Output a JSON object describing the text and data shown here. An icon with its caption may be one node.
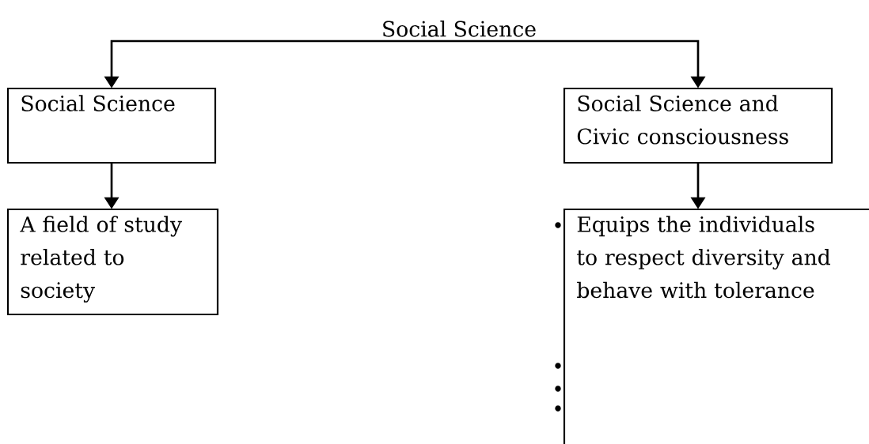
{
  "diagram": {
    "nodes": [
      {
        "text": [
          "Social Science"
        ]
      },
      {
        "text": [
          "Social Science"
        ]
      },
      {
        "text": [
          "Social Science and Civic consciousness"
        ]
      },
      {
        "text": [
          "A field of study related to society"
        ]
      },
      {
        "text": [
          "Equips the individuals to respect diversity and behave with tolerance"
        ]
      }
    ],
    "edges": [
      {
        "from": 0,
        "to": 1,
        "arrow": "to"
      },
      {
        "from": 0,
        "to": 2,
        "arrow": "to"
      },
      {
        "from": 1,
        "to": 3,
        "arrow": "to"
      },
      {
        "from": 2,
        "to": 4,
        "arrow": "to"
      }
    ]
  }
}
